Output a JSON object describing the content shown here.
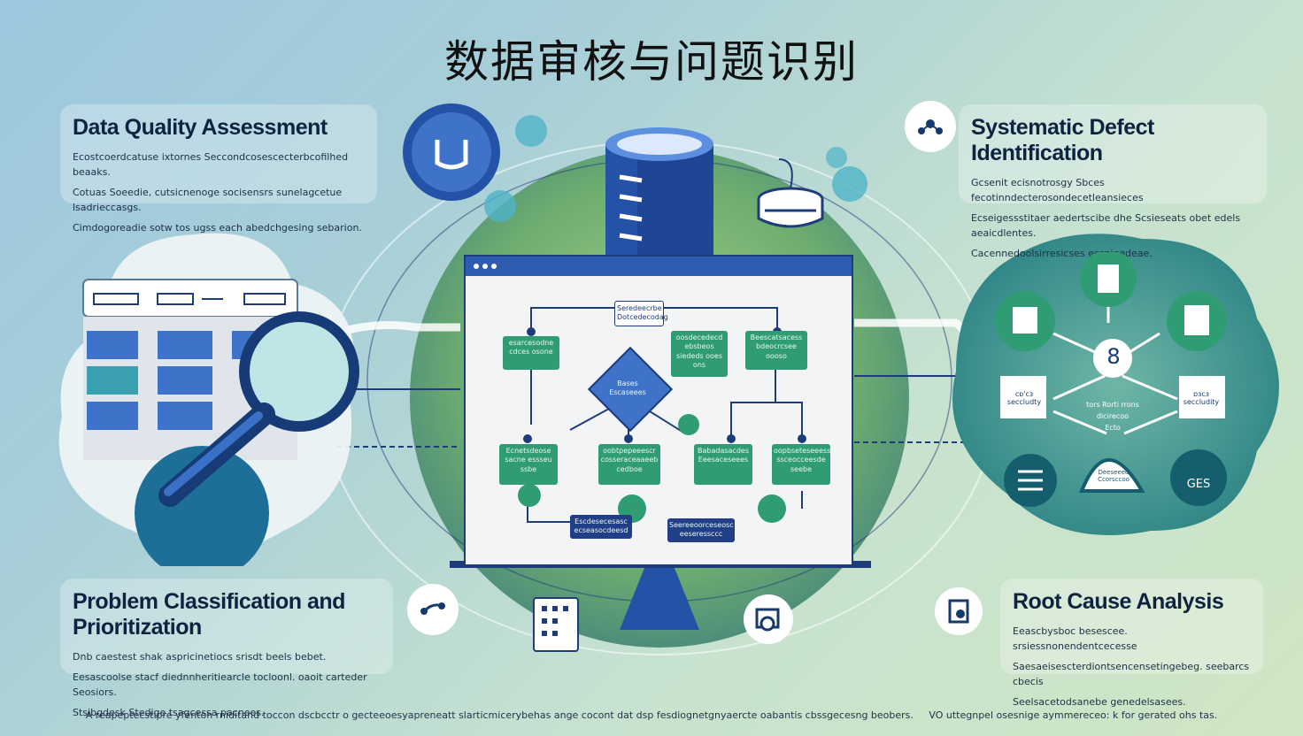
{
  "title": "数据审核与问题识别",
  "panels": {
    "data_quality": {
      "heading": "Data Quality Assessment",
      "lines": [
        "Ecostcoerdcatuse ixtornes Seccondcosescecterbcofilhed beaaks.",
        "Cotuas Soeedie, cutsicnenoge socisensrs sunelagcetue lsadrieccasgs.",
        "Cimdogoreadie sotw tos ugss each abedchgesing sebarion."
      ]
    },
    "systematic_defect": {
      "heading": "Systematic Defect Identification",
      "lines": [
        "Gcsenit ecisnotrosgy Sbces fecotinndecterosondecetleansieces",
        "Ecseigessstitaer aedertscibe dhe Scsieseats obet edels aeaicdlentes.",
        "Cacennedoolsirresicses essnigedeae."
      ]
    },
    "problem_classification": {
      "heading": "Problem Classification and Prioritization",
      "lines": [
        "Dnb caestest shak aspricinetiocs srisdt beels bebet.",
        "Eesascoolse stacf diednnheritiearcle tocloonl. oaoit carteder Seosiors.",
        "Stsibgdesk Stedige tsagcessa pacnees."
      ]
    },
    "root_cause": {
      "heading": "Root Cause Analysis",
      "lines": [
        "Eeascbysboc besescee. srsiessnonendentcecesse",
        "Saesaeisescterdiontsencensetingebeg. seebarcs cbecis",
        "Seelsacetodsanebe genedelsasees."
      ]
    }
  },
  "diagram": {
    "top_node": "Seredeecrbe Dotcedecodag",
    "left_node": "esarcesodne cdces osone",
    "center_diamond": "Bases Escaseees",
    "right_node_1": "oosdecedecd ebsbeos siededs ooes ons",
    "right_node_2": "Beescatsacess bdeocrcsee oooso",
    "bottom_nodes": [
      "Ecnetsdeose sacne essseu ssbe",
      "oobtpepeeescr cosseraceaaeeb cedboe",
      "Babadasacdes Eeesaceseees",
      "oopbseteseeesse ssceocceesde seebe"
    ],
    "footer_nodes": [
      "Escdesecesasc ecseasocdeesd",
      "Seereeoorceseosc eeseressccc"
    ]
  },
  "right_cluster": {
    "left_label_1": "cɒ'cɜ",
    "left_label_2": "seccludty",
    "right_label_1": "ɒɜcɜ",
    "right_label_2": "seccludity",
    "center_caption_1": "tors Rorti rrons",
    "center_caption_2": "dicirecoo",
    "center_caption_3": "Ecto",
    "bottom_label": "Deeseeed Ccorsccoo",
    "ges_label": "GES",
    "center_glyph": "8"
  },
  "footer": {
    "left": "A reapeptecstipre yfenton rniditand toccon dscbcctr o gecteeoesyapreneatt slarticmicerybehas ange cocont dat dsp fesdiognetgnyaercte oabantis cbssgecesng beobers.",
    "right": "VO uttegnpel osesnige aymmereceo: k for gerated ohs tas."
  },
  "colors": {
    "navy": "#0d2340",
    "primary_blue": "#2f5bb0",
    "green": "#2f9c74",
    "teal": "#2b7f86",
    "globe_green": "#7cb86e"
  }
}
